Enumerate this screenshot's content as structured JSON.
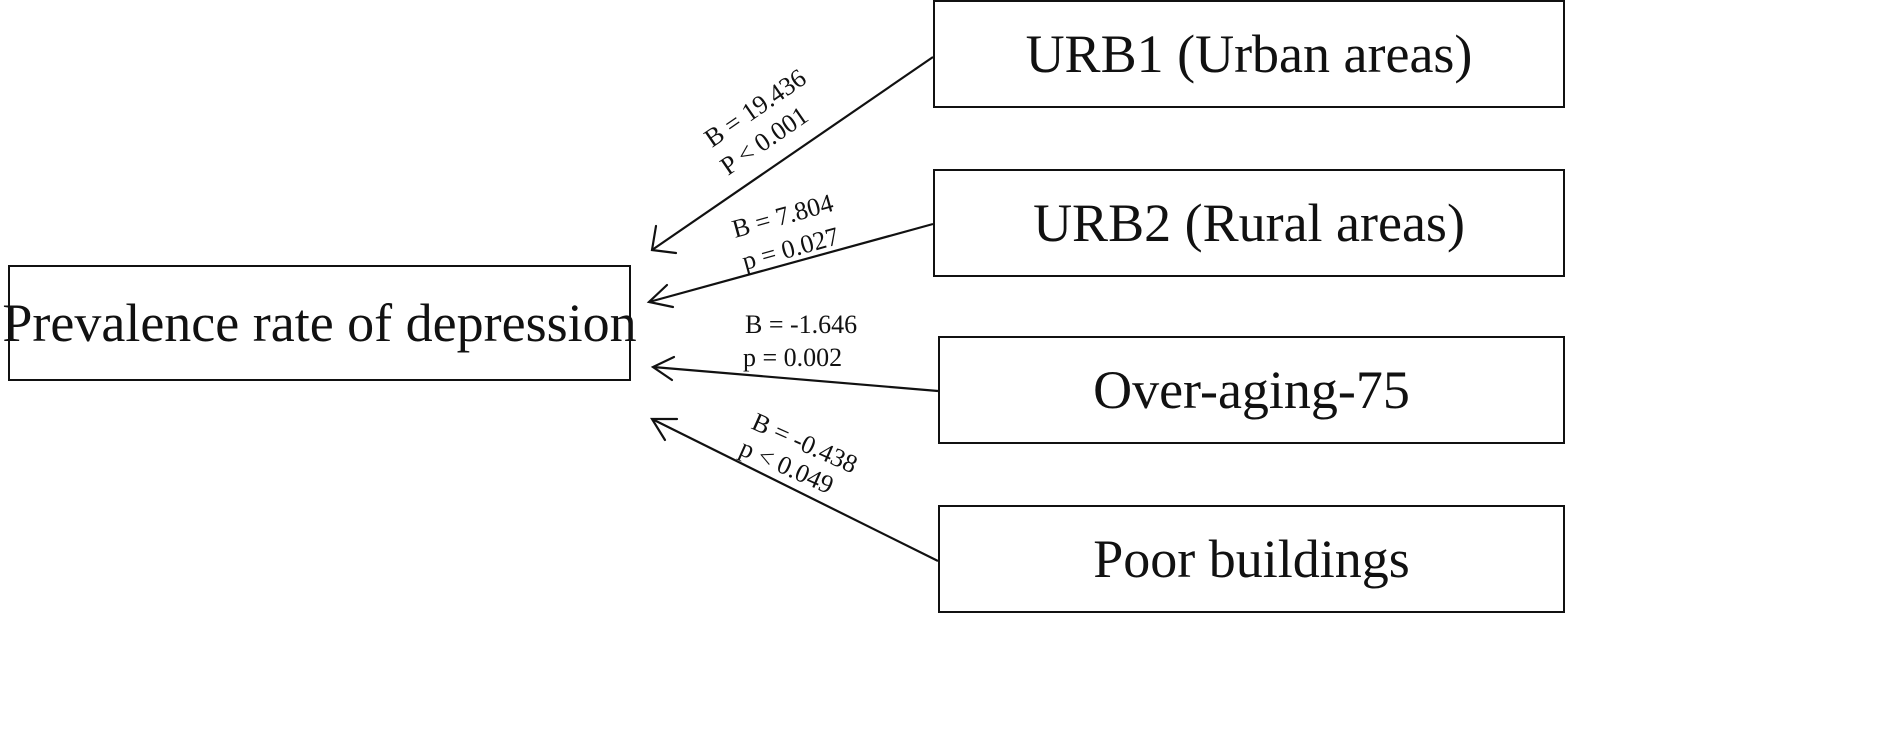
{
  "nodes": {
    "target": "Prevalence rate of depression",
    "urb1": "URB1 (Urban areas)",
    "urb2": "URB2 (Rural areas)",
    "over_aging": "Over-aging-75",
    "poor_buildings": "Poor buildings"
  },
  "edges": {
    "urb1": {
      "b": "B = 19.436",
      "p": "P < 0.001"
    },
    "urb2": {
      "b": "B = 7.804",
      "p": "p = 0.027"
    },
    "over_aging": {
      "b": "B = -1.646",
      "p": "p = 0.002"
    },
    "poor_buildings": {
      "b": "B = -0.438",
      "p": "p < 0.049"
    }
  }
}
